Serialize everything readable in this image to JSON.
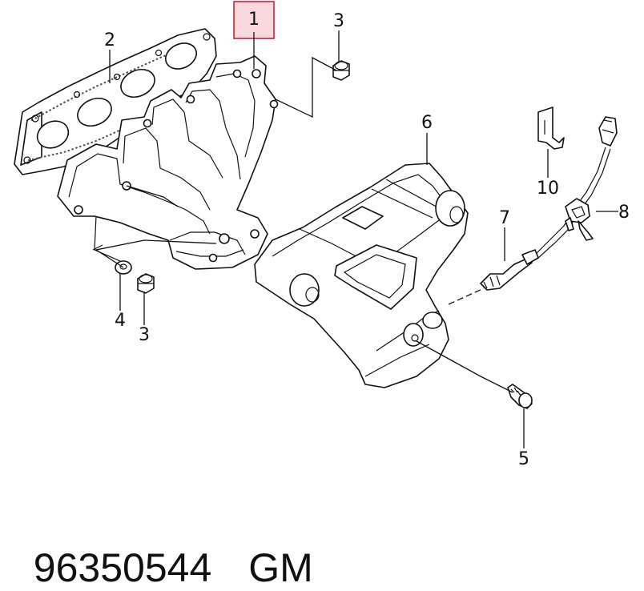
{
  "callouts": {
    "c1": "1",
    "c2": "2",
    "c3a": "3",
    "c3b": "3",
    "c4": "4",
    "c5": "5",
    "c6": "6",
    "c7": "7",
    "c8": "8",
    "c10": "10"
  },
  "footer": {
    "part_number": "96350544",
    "brand": "GM"
  },
  "colors": {
    "highlight_fill": "#f9d9dd",
    "highlight_stroke": "#cc2233",
    "line": "#111111"
  }
}
